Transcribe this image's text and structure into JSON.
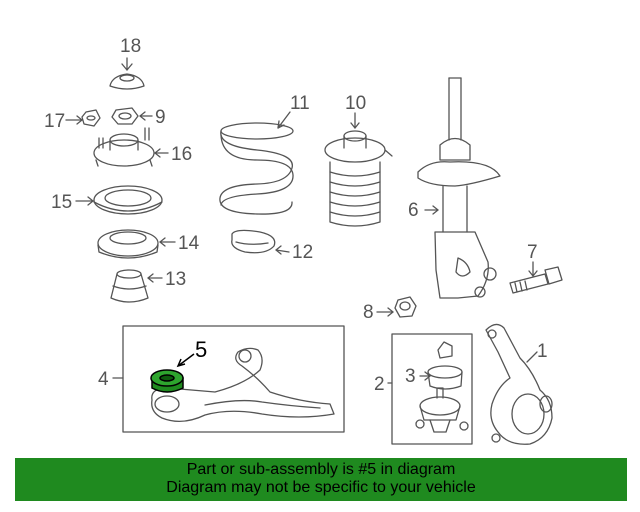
{
  "callouts": {
    "c1": "1",
    "c2": "2",
    "c3": "3",
    "c4": "4",
    "c5": "5",
    "c6": "6",
    "c7": "7",
    "c8": "8",
    "c9": "9",
    "c10": "10",
    "c11": "11",
    "c12": "12",
    "c13": "13",
    "c14": "14",
    "c15": "15",
    "c16": "16",
    "c17": "17",
    "c18": "18"
  },
  "colors": {
    "line": "#555555",
    "highlight": "#1f8a1f",
    "banner": "#1f8a1f"
  },
  "banner": {
    "line1": "Part or sub-assembly is #5 in diagram",
    "line2": "Diagram may not be specific to your vehicle"
  }
}
